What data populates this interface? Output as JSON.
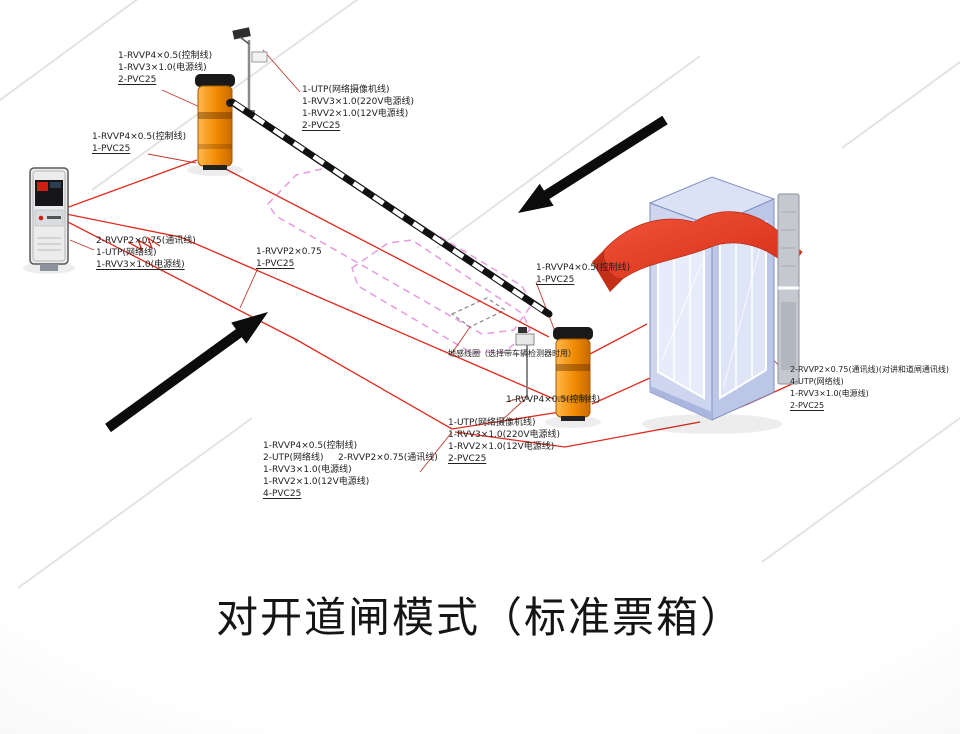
{
  "title": "对开道闸模式（标准票箱）",
  "colors": {
    "gate_orange": "#f08a00",
    "wire_red": "#de2b1d",
    "island_magenta": "#e79ae0",
    "booth_blue": "#cdd5ef",
    "canopy_red": "#e8422c",
    "arrow_black": "#0c0c0c"
  },
  "labels": {
    "gate1": {
      "lines": [
        "1-RVVP4×0.5(控制线)",
        "1-RVV3×1.0(电源线)",
        "2-PVC25"
      ]
    },
    "reader": {
      "lines": [
        "1-RVVP4×0.5(控制线)",
        "1-PVC25"
      ]
    },
    "camera_top": {
      "lines": [
        "1-UTP(网络摄像机线)",
        "1-RVV3×1.0(220V电源线)",
        "1-RVV2×1.0(12V电源线)",
        "2-PVC25"
      ]
    },
    "comm_left": {
      "lines": [
        "2-RVVP2×0.75(通讯线)",
        "1-UTP(网络线)",
        "1-RVV3×1.0(电源线)"
      ]
    },
    "center": {
      "lines": [
        "1-RVVP2×0.75",
        "1-PVC25"
      ]
    },
    "gate2_ctrl": {
      "lines": [
        "1-RVVP4×0.5(控制线)",
        "1-PVC25"
      ]
    },
    "ground_loop": {
      "text": "地感线圈（选择带车辆检测器时用）"
    },
    "gate2_ctrl_b": {
      "text": "1-RVVP4×0.5(控制线)"
    },
    "camera_mid": {
      "lines": [
        "1-UTP(网络摄像机线)",
        "1-RVV3×1.0(220V电源线)",
        "1-RVV2×1.0(12V电源线)",
        "2-PVC25"
      ]
    },
    "bottom_left": {
      "lines": [
        "1-RVVP4×0.5(控制线)",
        "2-UTP(网络线)",
        "1-RVV3×1.0(电源线)",
        "1-RVV2×1.0(12V电源线)",
        "4-PVC25"
      ]
    },
    "bottom_comm": {
      "text": "2-RVVP2×0.75(通讯线)"
    },
    "booth_right": {
      "lines": [
        "2-RVVP2×0.75(通讯线)(对讲和道闸通讯线)",
        "4-UTP(网络线)",
        "1-RVV3×1.0(电源线)",
        "2-PVC25"
      ]
    }
  }
}
